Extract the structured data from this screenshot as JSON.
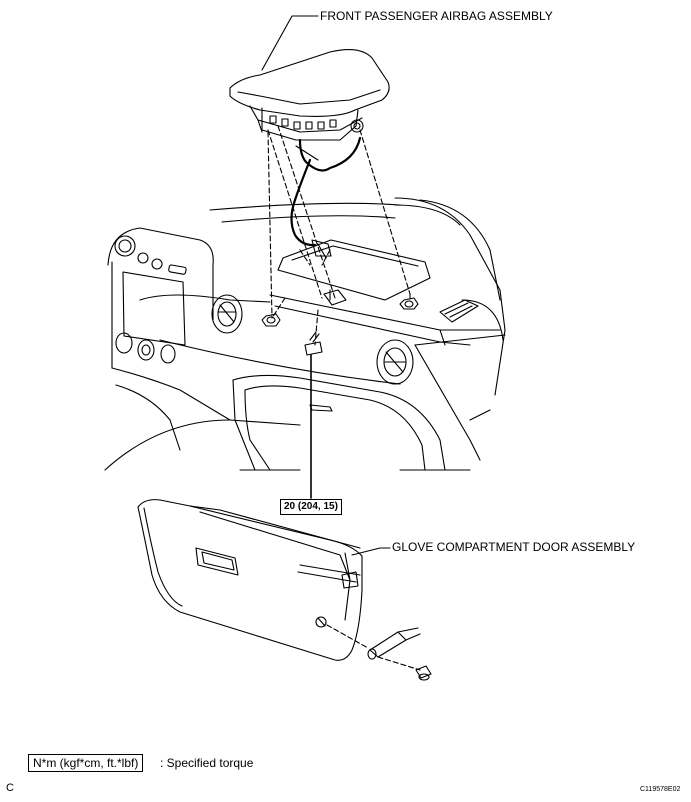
{
  "labels": {
    "airbag": "FRONT PASSENGER AIRBAG ASSEMBLY",
    "glove_box": "GLOVE COMPARTMENT DOOR ASSEMBLY"
  },
  "torque": "20 (204, 15)",
  "legend": {
    "unit": "N*m (kgf*cm, ft.*lbf)",
    "description": ": Specified torque"
  },
  "corner_letter": "C",
  "figure_code": "C119578E02"
}
